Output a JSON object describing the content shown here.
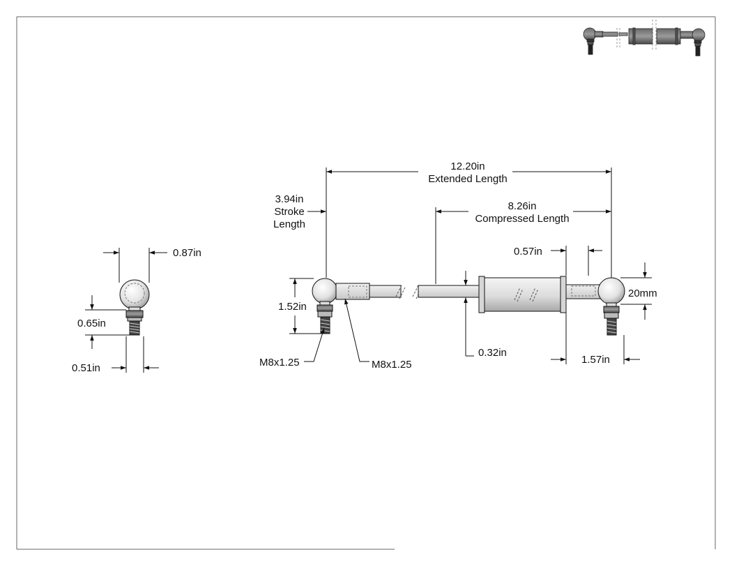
{
  "drawing": {
    "extended_length": "12.20in",
    "extended_caption": "Extended Length",
    "compressed_length": "8.26in",
    "compressed_caption": "Compressed Length",
    "stroke_length": "3.94in",
    "stroke_caption_1": "Stroke",
    "stroke_caption_2": "Length",
    "ball_height": "1.52in",
    "thread_left": "M8x1.25",
    "thread_rod": "M8x1.25",
    "rod_diameter": "0.32in",
    "cylinder_gap": "0.57in",
    "end_fitting_length": "1.57in",
    "ball_size": "20mm"
  },
  "end_view": {
    "width": "0.87in",
    "height": "0.65in",
    "stud_width": "0.51in"
  },
  "colors": {
    "line": "#111111",
    "border": "#555555",
    "body_light": "#eeeeee",
    "body_dark": "#9a9a9a"
  }
}
